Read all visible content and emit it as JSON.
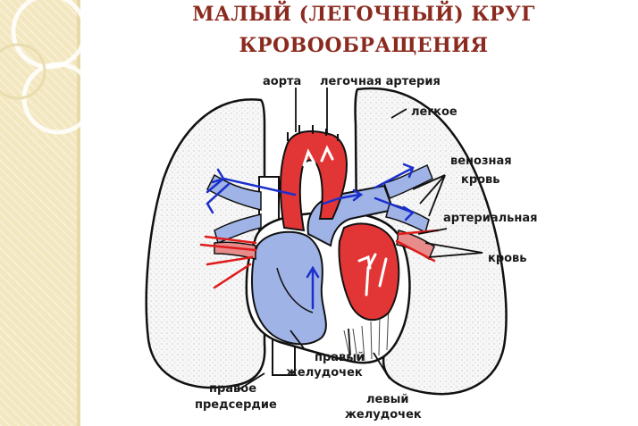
{
  "title": {
    "line1": "МАЛЫЙ (ЛЕГОЧНЫЙ) КРУГ",
    "line2": "КРОВООБРАЩЕНИЯ"
  },
  "labels": {
    "aorta": "аорта",
    "pulmonary_artery": "легочная артерия",
    "lung": "легкое",
    "venous_blood_1": "венозная",
    "venous_blood_2": "кровь",
    "arterial_blood_1": "артериальная",
    "arterial_blood_2": "кровь",
    "right_ventricle_1": "правый",
    "right_ventricle_2": "желудочек",
    "right_atrium_1": "правое",
    "right_atrium_2": "предсердие",
    "left_ventricle_1": "левый",
    "left_ventricle_2": "желудочек"
  },
  "colors": {
    "title": "#8b2a1e",
    "venous": "#9fb3e6",
    "arterial": "#e23636",
    "arrow_blue": "#1b2fcc",
    "outline": "#111111",
    "panel": "#f3e7bf"
  }
}
